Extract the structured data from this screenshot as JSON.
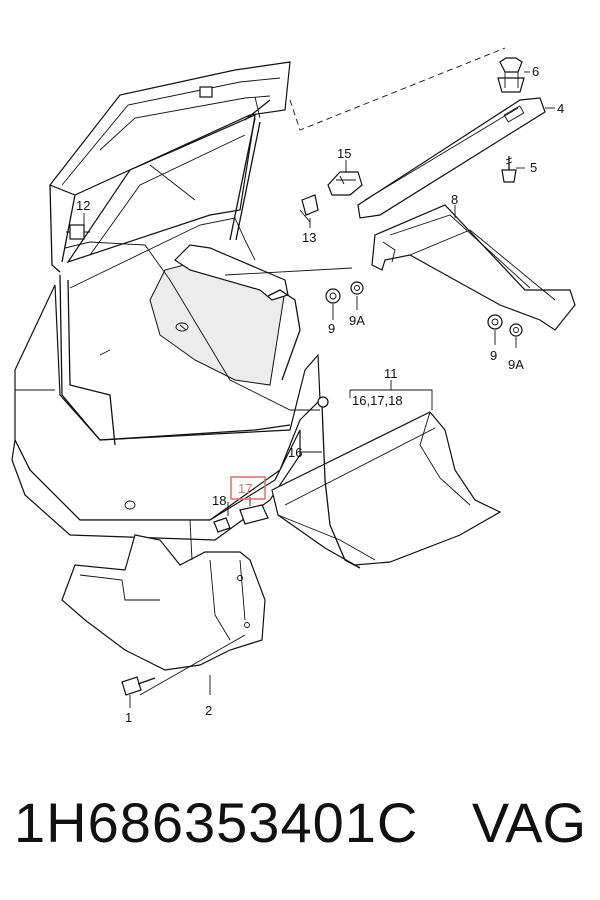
{
  "callouts": {
    "c1": "1",
    "c2": "2",
    "c4": "4",
    "c5": "5",
    "c6": "6",
    "c8": "8",
    "c9a": "9",
    "c9aA": "9A",
    "c9b": "9",
    "c9bA": "9A",
    "c11": "11",
    "c11sub": "16,17,18",
    "c12": "12",
    "c13": "13",
    "c15": "15",
    "c16": "16",
    "c17": "17",
    "c18": "18"
  },
  "highlight_color": "#e46a6a",
  "caption": {
    "part_number": "1H686353401C",
    "brand": "VAG"
  }
}
